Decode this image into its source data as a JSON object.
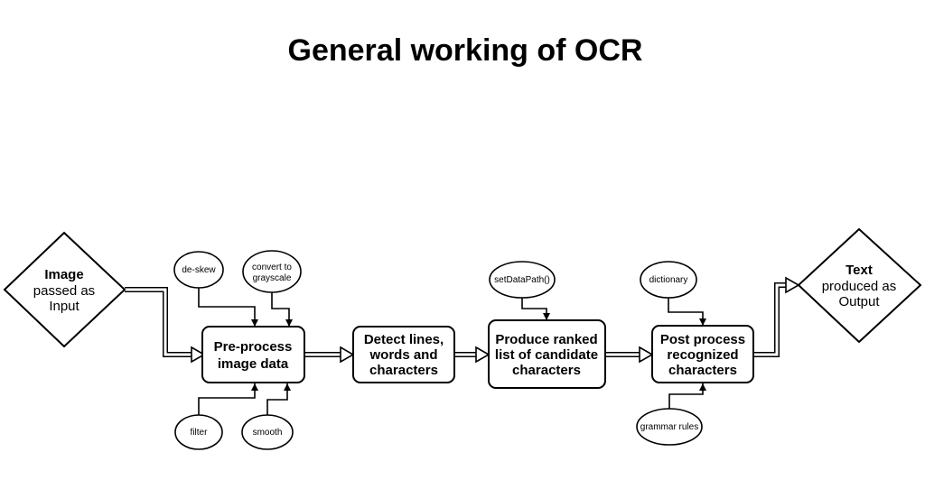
{
  "title": "General working of OCR",
  "nodes": {
    "input": {
      "bold": "Image",
      "lines": [
        "passed as",
        "Input"
      ]
    },
    "preprocess": {
      "lines": [
        "Pre-process",
        "image data"
      ]
    },
    "detect": {
      "lines": [
        "Detect lines,",
        "words and",
        "characters"
      ]
    },
    "rank": {
      "lines": [
        "Produce ranked",
        "list of candidate",
        "characters"
      ]
    },
    "postprocess": {
      "lines": [
        "Post process",
        "recognized",
        "characters"
      ]
    },
    "output": {
      "bold": "Text",
      "lines": [
        "produced as",
        "Output"
      ]
    }
  },
  "modifiers": {
    "deskew": {
      "lines": [
        "de-skew"
      ]
    },
    "grayscale": {
      "lines": [
        "convert to",
        "grayscale"
      ]
    },
    "filter": {
      "lines": [
        "filter"
      ]
    },
    "smooth": {
      "lines": [
        "smooth"
      ]
    },
    "datapath": {
      "lines": [
        "setDataPath()"
      ]
    },
    "dictionary": {
      "lines": [
        "dictionary"
      ]
    },
    "grammar": {
      "lines": [
        "grammar rules"
      ]
    }
  }
}
